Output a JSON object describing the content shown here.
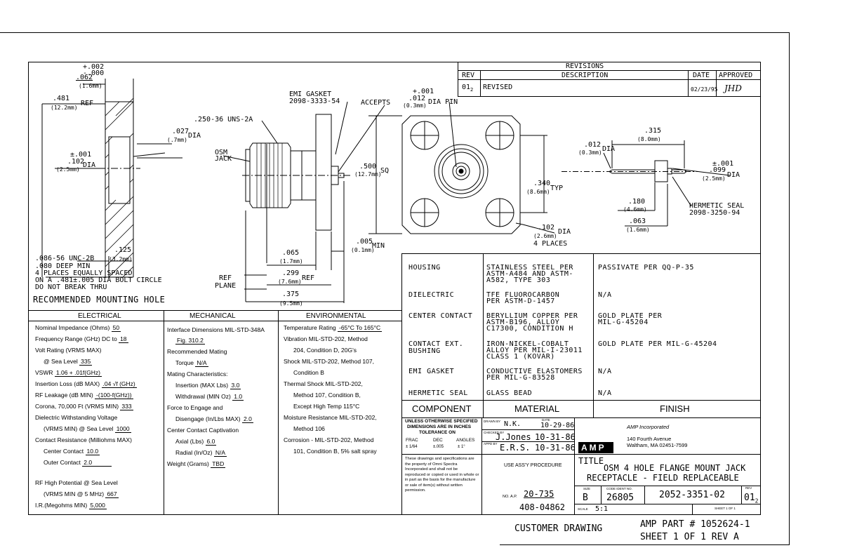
{
  "revisions": {
    "title": "REVISIONS",
    "headers": {
      "rev": "REV",
      "description": "DESCRIPTION",
      "date": "DATE",
      "approved": "APPROVED"
    },
    "row": {
      "rev": "01",
      "rev_sub": "2",
      "description": "REVISED",
      "date": "02/23/95",
      "approved": "JHD"
    }
  },
  "hole_view": {
    "t1a": "+.002",
    "t1b": "-.000",
    "t1c": ".062",
    "t1d": "(1.6mm)",
    "ref_a": ".481",
    "ref_b": "(12.2mm)",
    "ref_c": "REF",
    "dia_a": "±.001",
    "dia_b": ".102",
    "dia_c": "(2.5mm)",
    "dia_d": "DIA",
    "dia2_a": ".027",
    "dia2_b": "(.7mm)",
    "dia2_c": "DIA",
    "w_a": ".125",
    "w_b": "(3.2mm)",
    "note1": ".086-56 UNC-2B",
    "note2": ".080 DEEP MIN",
    "note3": "4 PLACES EQUALLY SPACED",
    "note4": "ON A .481±.005 DIA BOLT CIRCLE",
    "note5": "DO NOT BREAK THRU",
    "caption": "RECOMMENDED MOUNTING HOLE"
  },
  "side_view": {
    "thread": ".250-36 UNS-2A",
    "osm_a": "OSM",
    "osm_b": "JACK",
    "gasket_a": "EMI GASKET",
    "gasket_b": "2098-3333-54",
    "accepts": "ACCEPTS",
    "pin_a": "+.001",
    "pin_b": ".012",
    "pin_c": "(0.3mm)",
    "pin_d": "DIA PIN",
    "sq_a": ".500",
    "sq_b": "(12.7mm)",
    "sq_c": "SQ",
    "min_a": ".005",
    "min_b": "(0.1mm)",
    "min_c": "MIN",
    "d065_a": ".065",
    "d065_b": "(1.7mm)",
    "d299_a": ".299",
    "d299_b": "(7.6mm)",
    "d299_c": "REF",
    "d375_a": ".375",
    "d375_b": "(9.5mm)",
    "refplane_a": "REF",
    "refplane_b": "PLANE"
  },
  "front_view": {
    "typ_a": ".340",
    "typ_b": "(8.6mm)",
    "typ_c": "TYP",
    "hole_a": ".102",
    "hole_b": "(2.6mm)",
    "hole_c": "DIA",
    "hole_d": "4 PLACES"
  },
  "pin_view": {
    "w315_a": ".315",
    "w315_b": "(8.0mm)",
    "d012_a": ".012",
    "d012_b": "(0.3mm)",
    "d012_c": "DIA",
    "d099_a": "±.001",
    "d099_b": ".099",
    "d099_c": "(2.5mm)",
    "d099_d": "DIA",
    "d180_a": ".180",
    "d180_b": "(4.6mm)",
    "d063_a": ".063",
    "d063_b": "(1.6mm)",
    "seal_a": "HERMETIC SEAL",
    "seal_b": "2098-3250-94"
  },
  "materials": {
    "rows": [
      {
        "component": "HOUSING",
        "material": [
          "STAINLESS STEEL PER",
          "ASTM-A484 AND ASTM-",
          "A582, TYPE 303"
        ],
        "finish": [
          "PASSIVATE PER QQ-P-35"
        ]
      },
      {
        "component": "DIELECTRIC",
        "material": [
          "TFE FLUOROCARBON",
          "PER ASTM-D-1457"
        ],
        "finish": [
          "N/A"
        ]
      },
      {
        "component": "CENTER CONTACT",
        "material": [
          "BERYLLIUM COPPER PER",
          "ASTM-B196, ALLOY",
          "C17300, CONDITION H"
        ],
        "finish": [
          "GOLD PLATE PER",
          "MIL-G-45204"
        ]
      },
      {
        "component": "CONTACT EXT. BUSHING",
        "material": [
          "IRON-NICKEL-COBALT",
          "ALLOY PER MIL-I-23011",
          "CLASS 1 (KOVAR)"
        ],
        "finish": [
          "GOLD PLATE PER MIL-G-45204"
        ]
      },
      {
        "component": "EMI GASKET",
        "material": [
          "CONDUCTIVE ELASTOMERS",
          "PER MIL-G-83528"
        ],
        "finish": [
          "N/A"
        ]
      },
      {
        "component": "HERMETIC SEAL",
        "material": [
          "GLASS BEAD"
        ],
        "finish": [
          "N/A"
        ]
      }
    ],
    "headers": {
      "component": "COMPONENT",
      "material": "MATERIAL",
      "finish": "FINISH"
    }
  },
  "electrical": {
    "header": "ELECTRICAL",
    "lines": [
      {
        "label": "Nominal Impedance (Ohms)",
        "value": "50"
      },
      {
        "label": "Frequency Range (GHz) DC to",
        "value": "18"
      },
      {
        "label": "Volt Rating (VRMS MAX)",
        "value": ""
      },
      {
        "label": "@ Sea Level",
        "value": "335"
      },
      {
        "label": "VSWR",
        "value": "1.06 + .01f(GHz)"
      },
      {
        "label": "Insertion Loss (dB MAX)",
        "value": ".04 √f (GHz)"
      },
      {
        "label": "RF Leakage (dB MIN)",
        "value": "-(100-f(GHz))"
      },
      {
        "label": "Corona, 70,000 Ft (VRMS MIN)",
        "value": "333"
      },
      {
        "label": "Dielectric Withstanding Voltage",
        "value": ""
      },
      {
        "label": "(VRMS MIN) @ Sea Level",
        "value": "1000"
      },
      {
        "label": "Contact Resistance (Milliohms MAX)",
        "value": ""
      },
      {
        "label": "Center Contact",
        "value": "10.0"
      },
      {
        "label": "Outer Contact",
        "value": "2.0"
      },
      {
        "label": "",
        "value": ""
      },
      {
        "label": "RF High Potential @ Sea Level",
        "value": ""
      },
      {
        "label": "(VRMS MIN @ 5 MHz)",
        "value": "667"
      },
      {
        "label": "I.R.(Megohms MIN)",
        "value": "5,000"
      }
    ]
  },
  "mechanical": {
    "header": "MECHANICAL",
    "lines": [
      {
        "label": "Interface Dimensions MIL-STD-348A",
        "value": ""
      },
      {
        "label": "",
        "value": "Fig. 310.2"
      },
      {
        "label": "Recommended Mating",
        "value": ""
      },
      {
        "label": "Torque",
        "value": "N/A"
      },
      {
        "label": "Mating Characteristics:",
        "value": ""
      },
      {
        "label": "Insertion (MAX Lbs)",
        "value": "3.0"
      },
      {
        "label": "Withdrawal (MIN Oz)",
        "value": "1.0"
      },
      {
        "label": "Force to Engage and",
        "value": ""
      },
      {
        "label": "Disengage (In/Lbs MAX)",
        "value": "2.0"
      },
      {
        "label": "Center Contact Captivation",
        "value": ""
      },
      {
        "label": "Axial (Lbs)",
        "value": "6.0"
      },
      {
        "label": "Radial (In/Oz)",
        "value": "N/A"
      },
      {
        "label": "Weight (Grams)",
        "value": "TBD"
      }
    ]
  },
  "environmental": {
    "header": "ENVIRONMENTAL",
    "lines": [
      {
        "label": "Temperature Rating",
        "value": "-65°C To 165°C"
      },
      {
        "label": "Vibration MIL-STD-202, Method",
        "value": ""
      },
      {
        "label": "204, Condition D, 20G's",
        "value": ""
      },
      {
        "label": "Shock MIL-STD-202, Method 107,",
        "value": ""
      },
      {
        "label": "Condition B",
        "value": ""
      },
      {
        "label": "Thermal Shock MIL-STD-202,",
        "value": ""
      },
      {
        "label": "Method 107, Condition B,",
        "value": ""
      },
      {
        "label": "Except High Temp 115°C",
        "value": ""
      },
      {
        "label": "Moisture Resistance MIL-STD-202,",
        "value": ""
      },
      {
        "label": "Method 106",
        "value": ""
      },
      {
        "label": "Corrosion - MIL-STD-202, Method",
        "value": ""
      },
      {
        "label": "101, Condition B, 5% salt spray",
        "value": ""
      }
    ]
  },
  "title_block": {
    "tol_a": "UNLESS OTHERWISE SPECIFIED",
    "tol_b": "DIMENSIONS ARE IN INCHES",
    "tol_c": "TOLERANCE ON",
    "tol_frac": "FRAC",
    "tol_dec": "DEC",
    "tol_ang": "ANGLES",
    "tol_frac_v": "± 1/64",
    "tol_dec_v": "±.005",
    "tol_ang_v": "± 1°",
    "drawn_lbl": "DRAWN BY",
    "drawn": "N.K.",
    "date_lbl": "DATE",
    "drawn_date": "10-29-86",
    "checked_lbl": "CHECKED BY",
    "checked": "J.Jones",
    "checked_date": "10-31-86",
    "approved_lbl": "APPD BY",
    "approved": "E.R.S.",
    "approved_date": "10-31-86",
    "logo": "AMP",
    "company": "AMP Incorporated",
    "addr1": "140 Fourth Avenue",
    "addr2": "Waltham, MA 02451-7599",
    "prop_note": "These drawings and specifications are the property of Omni Spectra Incorporated and shall not be reproduced or copied or used in whole or in part as the basis for the manufacture or sale of item(s) without written permission.",
    "use_assy": "USE ASS'Y PROCEDURE",
    "no_ap_lbl": "NO. A.P.",
    "no_ap": "20-735",
    "doc_no": "408-04862",
    "title_lbl": "TITLE",
    "title1": "OSM 4 HOLE FLANGE MOUNT JACK",
    "title2": "RECEPTACLE - FIELD REPLACEABLE",
    "size_lbl": "SIZE",
    "size": "B",
    "cage_lbl": "CODE IDENT NO.",
    "cage": "26805",
    "dwg_no": "2052-3351-02",
    "rev_lbl": "REV",
    "rev": "01",
    "rev_sub": "2",
    "scale_lbl": "SCALE",
    "scale": "5:1",
    "sheet_small": "SHEET 1 OF 1"
  },
  "footer": {
    "customer": "CUSTOMER DRAWING",
    "part": "AMP PART # 1052624-1",
    "sheet": "SHEET 1 OF 1  REV A"
  }
}
